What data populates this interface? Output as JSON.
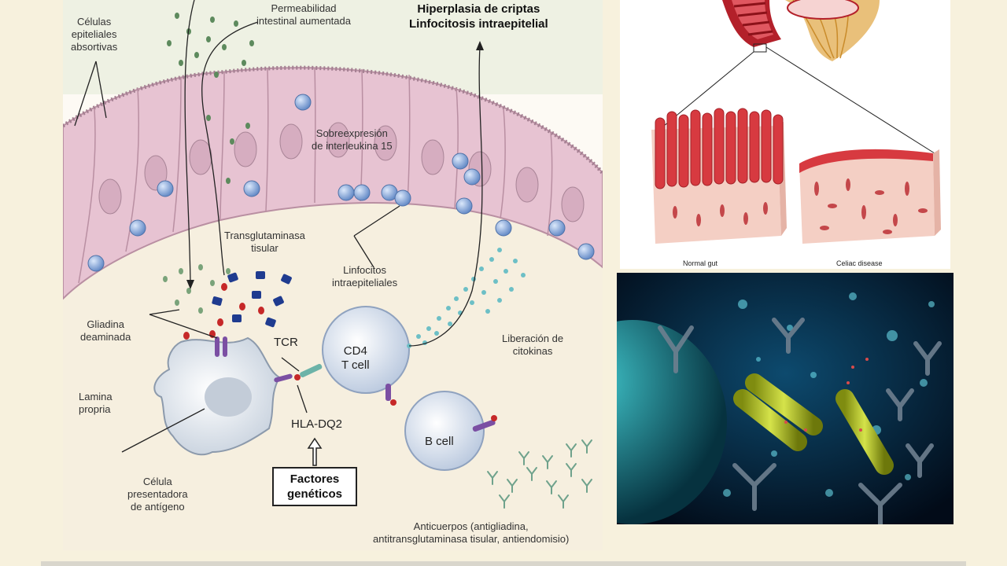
{
  "diagram": {
    "labels": {
      "celulas_epiteliales": "Células\nepiteliales\nabsortivas",
      "permeabilidad": "Permeabilidad\nintestinal aumentada",
      "hiperplasia": "Hiperplasia de criptas\nLinfocitosis intraepitelial",
      "sobreexpresion": "Sobreexpresión\nde interleukina 15",
      "transglutaminasa": "Transglutaminasa\ntisular",
      "linfocitos": "Linfocitos\nintraepiteliales",
      "gliadina": "Gliadina\ndeaminada",
      "tcr": "TCR",
      "cd4": "CD4\nT cell",
      "liberacion": "Liberación de\ncitokinas",
      "lamina": "Lamina\npropria",
      "hla": "HLA-DQ2",
      "bcell": "B cell",
      "celula_presentadora": "Célula\npresentadora\nde antígeno",
      "factores": "Factores\ngenéticos",
      "anticuerpos": "Anticuerpos (antigliadina,\nantitransglutaminasa tisular, antiendomisio)"
    }
  },
  "gut": {
    "normal_label": "Normal gut",
    "celiac_label": "Celiac disease"
  },
  "colors": {
    "epithelium": "#e7c3d2",
    "lamina": "#f3ead8",
    "lymphocyte": "#7fa4d6",
    "villi": "#c9343a",
    "antibody": "#b4c21e"
  }
}
